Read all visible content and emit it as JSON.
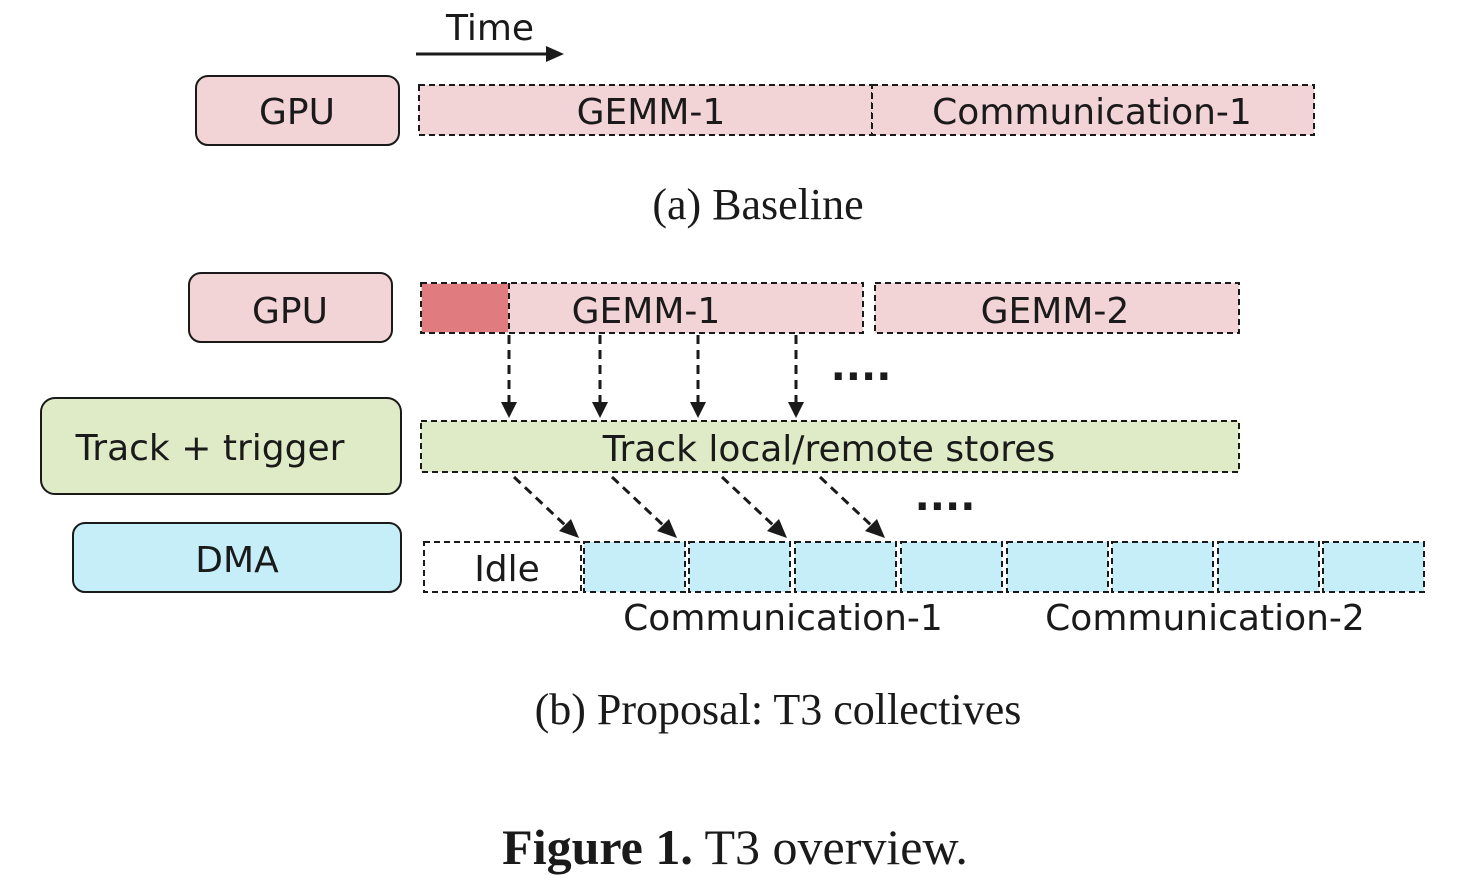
{
  "colors": {
    "gpu_fill": "#f2d3d6",
    "gpu_dark": "#e07b7f",
    "track_fill": "#dfeac6",
    "dma_fill": "#c5eef8",
    "stroke": "#1a1a1a"
  },
  "time_label": "Time",
  "baseline": {
    "unit_label": "GPU",
    "gemm_label": "GEMM-1",
    "comm_label": "Communication-1",
    "caption": "(a) Baseline"
  },
  "proposal": {
    "gpu_label": "GPU",
    "track_label": "Track + trigger",
    "dma_label": "DMA",
    "gemm1_label": "GEMM-1",
    "gemm2_label": "GEMM-2",
    "track_bar_label": "Track local/remote stores",
    "idle_label": "Idle",
    "comm1_label": "Communication-1",
    "comm2_label": "Communication-2",
    "ellipsis_upper": "....",
    "ellipsis_lower": "....",
    "caption": "(b) Proposal: T3 collectives"
  },
  "figure": {
    "number": "Figure 1.",
    "title": "T3 overview."
  }
}
